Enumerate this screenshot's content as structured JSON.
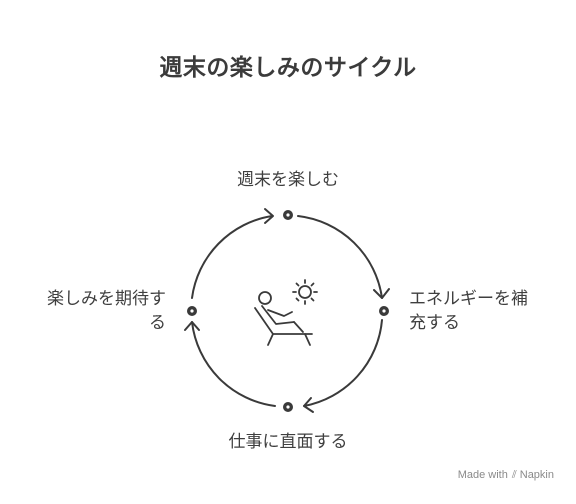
{
  "title": "週末の楽しみのサイクル",
  "cycle": {
    "top": "週末を楽しむ",
    "right": [
      "エネルギーを補",
      "充する"
    ],
    "bottom": "仕事に直面する",
    "left": [
      "楽しみを期待す",
      "る"
    ]
  },
  "center_icon": "person-relaxing-in-sun-icon",
  "credit": {
    "made_with": "Made with",
    "brand": "Napkin"
  },
  "colors": {
    "stroke": "#3a3a3a",
    "text": "#3f3f3f",
    "background": "#ffffff"
  }
}
